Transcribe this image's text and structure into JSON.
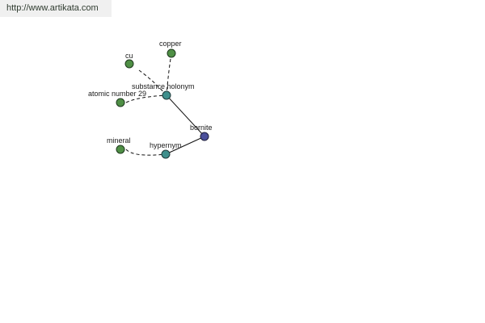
{
  "header": {
    "url": "http://www.artikata.com"
  },
  "colors": {
    "leaf_node": "#4f8f45",
    "relation_node": "#3f8f8c",
    "root_node": "#4a4f9a",
    "edge": "#111111"
  },
  "graph": {
    "nodes": [
      {
        "id": "cu",
        "label": "cu",
        "kind": "leaf"
      },
      {
        "id": "copper",
        "label": "copper",
        "kind": "leaf"
      },
      {
        "id": "atomic-number-29",
        "label": "atomic number 29",
        "kind": "leaf"
      },
      {
        "id": "substance-holonym",
        "label": "substance holonym",
        "kind": "relation"
      },
      {
        "id": "bornite",
        "label": "bornite",
        "kind": "root"
      },
      {
        "id": "mineral",
        "label": "mineral",
        "kind": "leaf"
      },
      {
        "id": "hypernym",
        "label": "hypernym",
        "kind": "relation"
      }
    ],
    "edges": [
      {
        "from": "cu",
        "to": "substance-holonym",
        "style": "dashed"
      },
      {
        "from": "copper",
        "to": "substance-holonym",
        "style": "dashed"
      },
      {
        "from": "atomic-number-29",
        "to": "substance-holonym",
        "style": "dashed"
      },
      {
        "from": "substance-holonym",
        "to": "bornite",
        "style": "solid"
      },
      {
        "from": "mineral",
        "to": "hypernym",
        "style": "dashed"
      },
      {
        "from": "hypernym",
        "to": "bornite",
        "style": "solid"
      }
    ]
  }
}
